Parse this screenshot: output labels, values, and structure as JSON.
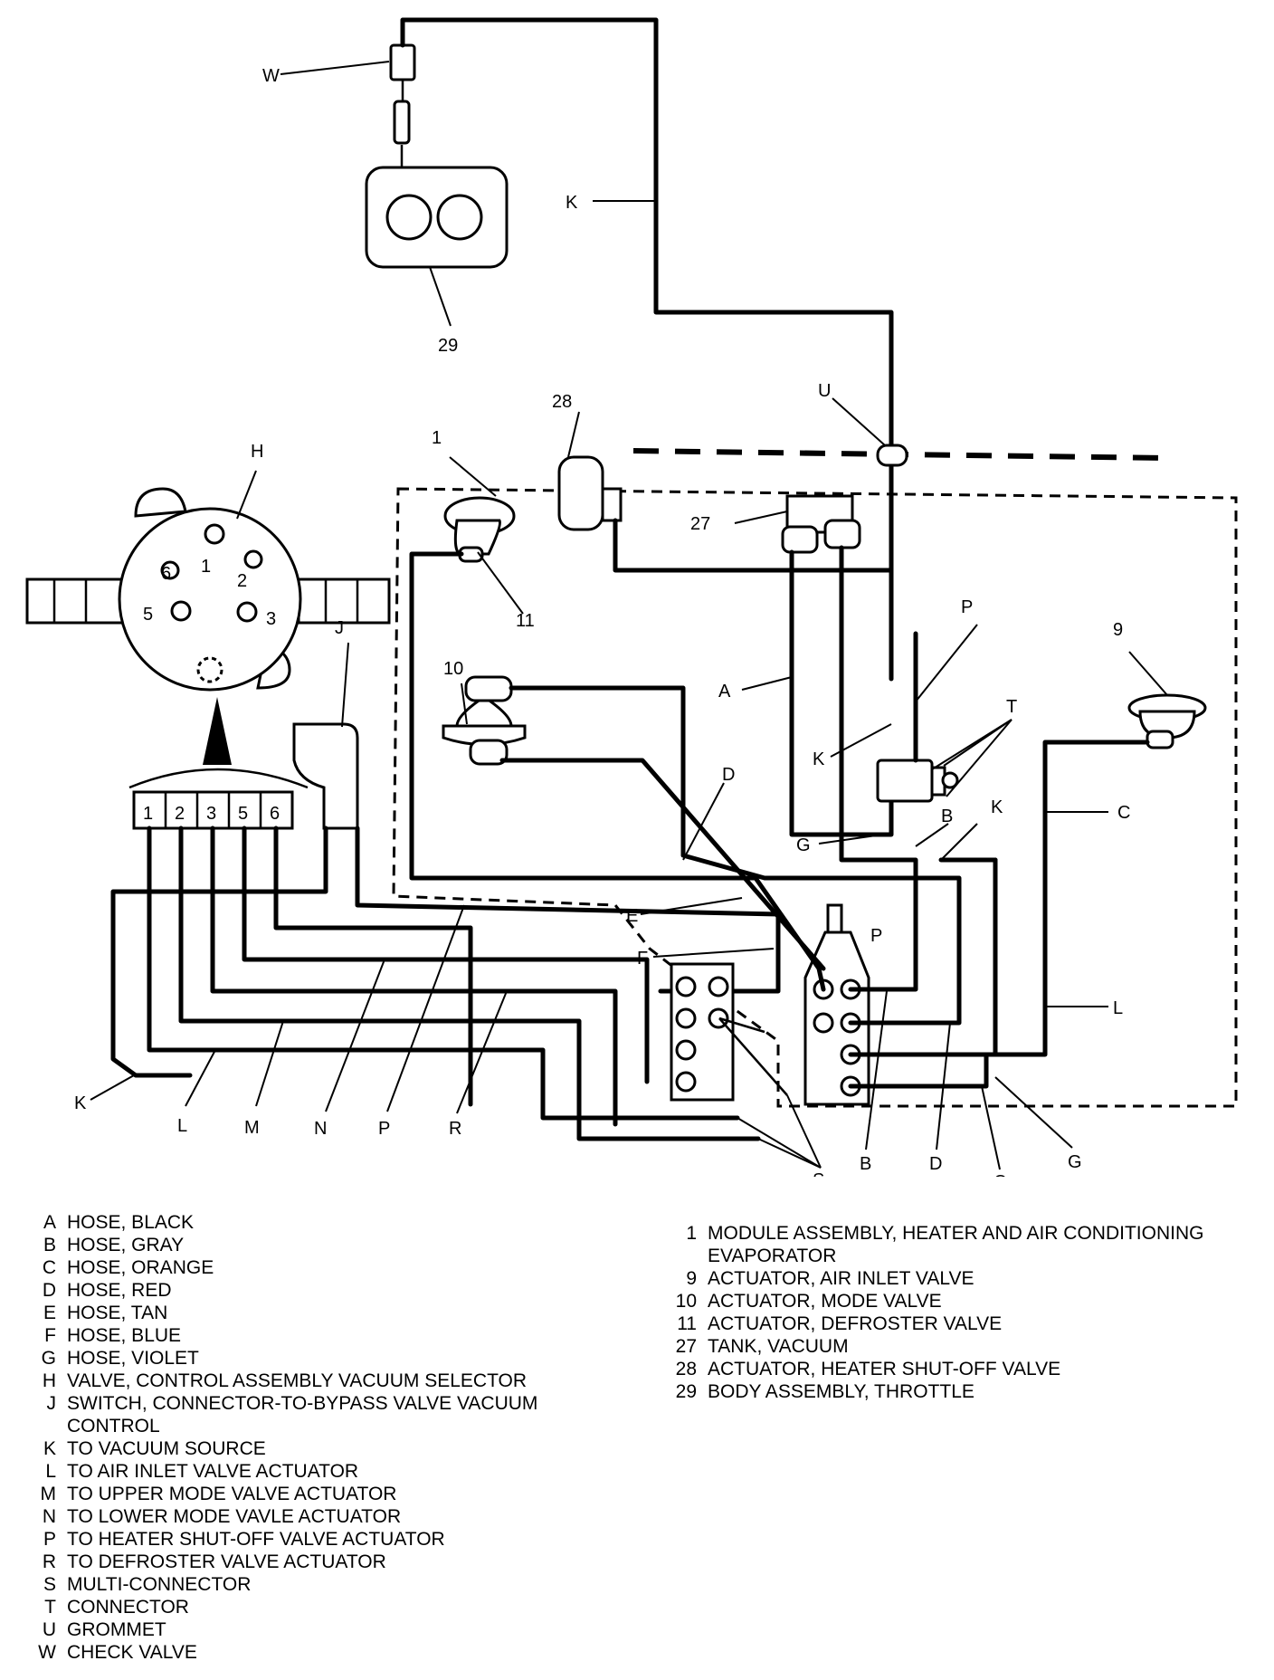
{
  "diagram_labels": {
    "W": "W",
    "K_top": "K",
    "n29": "29",
    "n28": "28",
    "U": "U",
    "n1": "1",
    "H": "H",
    "n27": "27",
    "n11": "11",
    "J": "J",
    "n10": "10",
    "P_upper": "P",
    "n9": "9",
    "T": "T",
    "A": "A",
    "K_mid": "K",
    "D_mid": "D",
    "C_right": "C",
    "B_mid": "B",
    "K_right": "K",
    "G_mid": "G",
    "E": "E",
    "F": "F",
    "P_right": "P",
    "L_right": "L",
    "K_bottom": "K",
    "L_bottom": "L",
    "M_bottom": "M",
    "N_bottom": "N",
    "P_bottom": "P",
    "R_bottom": "R",
    "S_bottom": "S",
    "B_bottom": "B",
    "D_bottom": "D",
    "C_bottom": "C",
    "G_bottom": "G"
  },
  "selector_valve_ports": [
    "1",
    "2",
    "3",
    "5",
    "6"
  ],
  "connector_ports": [
    "1",
    "2",
    "3",
    "5",
    "6"
  ],
  "legend_left": [
    {
      "key": "A",
      "text": "HOSE, BLACK"
    },
    {
      "key": "B",
      "text": "HOSE, GRAY"
    },
    {
      "key": "C",
      "text": "HOSE, ORANGE"
    },
    {
      "key": "D",
      "text": "HOSE, RED"
    },
    {
      "key": "E",
      "text": "HOSE, TAN"
    },
    {
      "key": "F",
      "text": "HOSE, BLUE"
    },
    {
      "key": "G",
      "text": "HOSE, VIOLET"
    },
    {
      "key": "H",
      "text": "VALVE, CONTROL ASSEMBLY VACUUM SELECTOR"
    },
    {
      "key": "J",
      "text": "SWITCH, CONNECTOR-TO-BYPASS VALVE VACUUM CONTROL"
    },
    {
      "key": "K",
      "text": "TO VACUUM SOURCE"
    },
    {
      "key": "L",
      "text": "TO AIR INLET VALVE ACTUATOR"
    },
    {
      "key": "M",
      "text": "TO UPPER MODE VALVE ACTUATOR"
    },
    {
      "key": "N",
      "text": "TO LOWER MODE VAVLE ACTUATOR"
    },
    {
      "key": "P",
      "text": "TO HEATER SHUT-OFF VALVE ACTUATOR"
    },
    {
      "key": "R",
      "text": "TO DEFROSTER VALVE ACTUATOR"
    },
    {
      "key": "S",
      "text": "MULTI-CONNECTOR"
    },
    {
      "key": "T",
      "text": "CONNECTOR"
    },
    {
      "key": "U",
      "text": "GROMMET"
    },
    {
      "key": "W",
      "text": "CHECK VALVE"
    }
  ],
  "legend_right": [
    {
      "key": "1",
      "text": "MODULE ASSEMBLY, HEATER AND AIR CONDITIONING EVAPORATOR"
    },
    {
      "key": "9",
      "text": "ACTUATOR, AIR INLET VALVE"
    },
    {
      "key": "10",
      "text": "ACTUATOR, MODE VALVE"
    },
    {
      "key": "11",
      "text": "ACTUATOR, DEFROSTER VALVE"
    },
    {
      "key": "27",
      "text": "TANK, VACUUM"
    },
    {
      "key": "28",
      "text": "ACTUATOR, HEATER SHUT-OFF VALVE"
    },
    {
      "key": "29",
      "text": "BODY ASSEMBLY, THROTTLE"
    }
  ]
}
